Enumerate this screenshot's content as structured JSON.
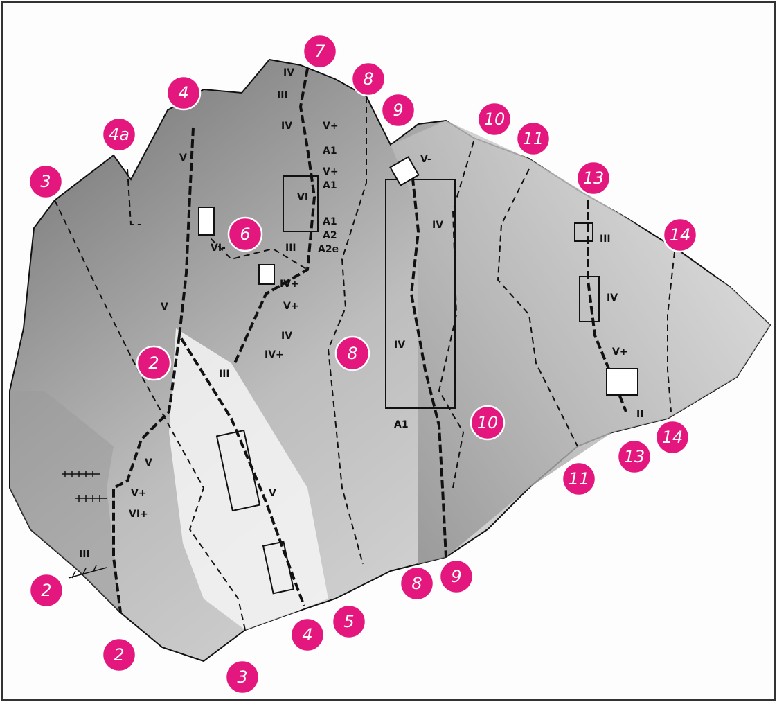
{
  "colors": {
    "marker": "#e4177e",
    "line": "#111111",
    "rock_dark": "#7a7a7a",
    "rock_light": "#d9d9d9"
  },
  "route_markers": [
    {
      "id": "m3a",
      "label": "3"
    },
    {
      "id": "m4a",
      "label": "4a"
    },
    {
      "id": "m4",
      "label": "4"
    },
    {
      "id": "m7",
      "label": "7"
    },
    {
      "id": "m8a",
      "label": "8"
    },
    {
      "id": "m9a",
      "label": "9"
    },
    {
      "id": "m10a",
      "label": "10"
    },
    {
      "id": "m11a",
      "label": "11"
    },
    {
      "id": "m13a",
      "label": "13"
    },
    {
      "id": "m14a",
      "label": "14"
    },
    {
      "id": "m6",
      "label": "6"
    },
    {
      "id": "m2a",
      "label": "2"
    },
    {
      "id": "m8b",
      "label": "8"
    },
    {
      "id": "m10b",
      "label": "10"
    },
    {
      "id": "m11b",
      "label": "11"
    },
    {
      "id": "m13b",
      "label": "13"
    },
    {
      "id": "m14b",
      "label": "14"
    },
    {
      "id": "m2b",
      "label": "2"
    },
    {
      "id": "m2c",
      "label": "2"
    },
    {
      "id": "m3b",
      "label": "3"
    },
    {
      "id": "m4b",
      "label": "4"
    },
    {
      "id": "m5",
      "label": "5"
    },
    {
      "id": "m8c",
      "label": "8"
    },
    {
      "id": "m9b",
      "label": "9"
    }
  ],
  "grades": [
    {
      "id": "g1",
      "text": "IV"
    },
    {
      "id": "g2",
      "text": "III"
    },
    {
      "id": "g3",
      "text": "IV"
    },
    {
      "id": "g4",
      "text": "V+"
    },
    {
      "id": "g5",
      "text": "A1"
    },
    {
      "id": "g6",
      "text": "V+"
    },
    {
      "id": "g7",
      "text": "A1"
    },
    {
      "id": "g8",
      "text": "VI"
    },
    {
      "id": "g9",
      "text": "A1"
    },
    {
      "id": "g10",
      "text": "A2"
    },
    {
      "id": "g11",
      "text": "A2e"
    },
    {
      "id": "g12",
      "text": "III"
    },
    {
      "id": "g13",
      "text": "IV+"
    },
    {
      "id": "g14",
      "text": "V+"
    },
    {
      "id": "g15",
      "text": "IV"
    },
    {
      "id": "g16",
      "text": "IV+"
    },
    {
      "id": "g17",
      "text": "V"
    },
    {
      "id": "g18",
      "text": "VI-"
    },
    {
      "id": "g19",
      "text": "V"
    },
    {
      "id": "g20",
      "text": "V-"
    },
    {
      "id": "g21",
      "text": "IV"
    },
    {
      "id": "g22",
      "text": "IV"
    },
    {
      "id": "g23",
      "text": "A1"
    },
    {
      "id": "g24",
      "text": "III"
    },
    {
      "id": "g25",
      "text": "IV"
    },
    {
      "id": "g26",
      "text": "V+"
    },
    {
      "id": "g27",
      "text": "II"
    },
    {
      "id": "g28",
      "text": "III"
    },
    {
      "id": "g29",
      "text": "V"
    },
    {
      "id": "g30",
      "text": "V"
    },
    {
      "id": "g31",
      "text": "V+"
    },
    {
      "id": "g32",
      "text": "VI+"
    },
    {
      "id": "g33",
      "text": "III"
    }
  ]
}
